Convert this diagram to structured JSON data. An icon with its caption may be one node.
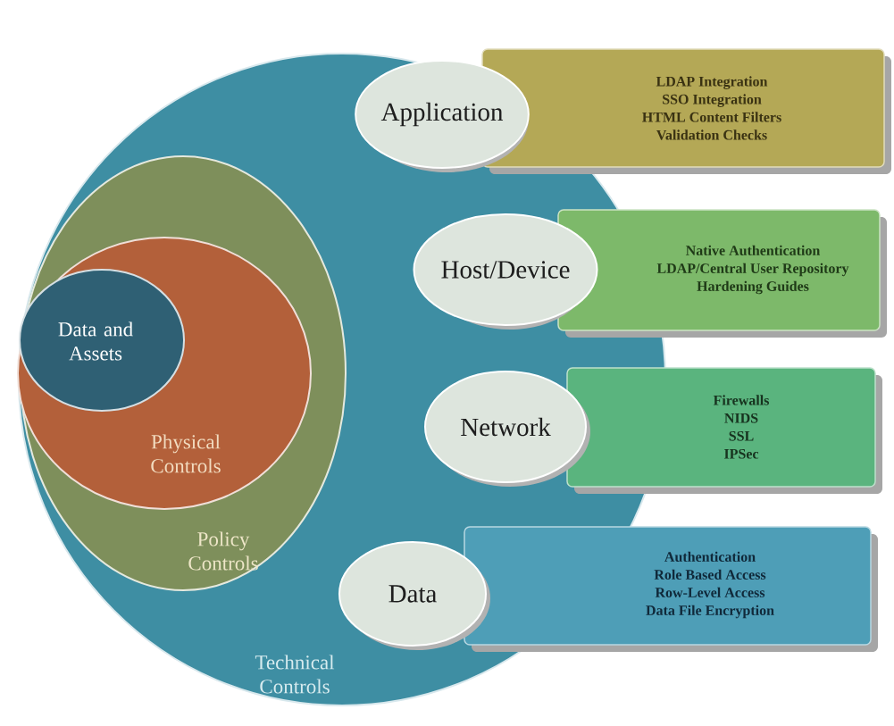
{
  "diagram": {
    "nodes": [
      {
        "text": [
          "Technical Controls"
        ]
      },
      {
        "text": [
          "Policy Controls"
        ],
        "in": 0
      },
      {
        "text": [
          "Physical Controls"
        ],
        "in": 1
      },
      {
        "text": [
          "Data and Assets"
        ],
        "in": 2
      },
      {
        "text": [
          "Application"
        ],
        "in": 0
      },
      {
        "text": [
          "LDAP Integration",
          "SSO Integration",
          "HTML Content Filters",
          "Validation Checks"
        ]
      },
      {
        "text": [
          "Host/Device"
        ],
        "in": 0
      },
      {
        "text": [
          "Native Authentication",
          "LDAP/Central User Repository",
          "Hardening Guides"
        ]
      },
      {
        "text": [
          "Network"
        ],
        "in": 0
      },
      {
        "text": [
          "Firewalls",
          "NIDS",
          "SSL",
          "IPSec"
        ]
      },
      {
        "text": [
          "Data"
        ],
        "in": 0
      },
      {
        "text": [
          "Authentication",
          "Role Based Access",
          "Row-Level Access",
          "Data File Encryption"
        ]
      }
    ]
  }
}
